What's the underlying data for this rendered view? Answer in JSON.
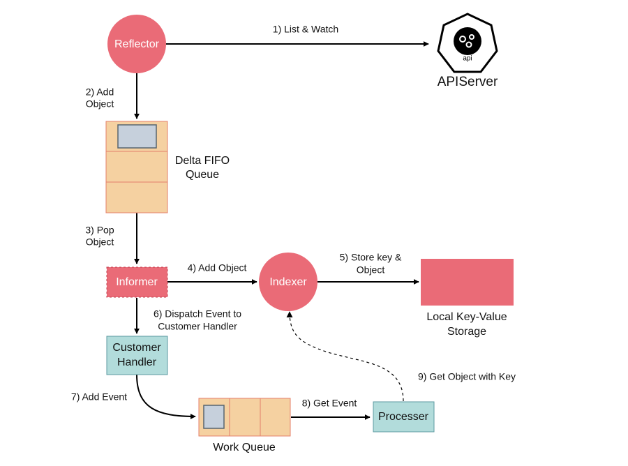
{
  "nodes": {
    "reflector": "Reflector",
    "apiserver_icon": "api",
    "apiserver": "APIServer",
    "delta_fifo_line1": "Delta FIFO",
    "delta_fifo_line2": "Queue",
    "informer": "Informer",
    "indexer": "Indexer",
    "storage_line1": "Local Key-Value",
    "storage_line2": "Storage",
    "customer_handler_line1": "Customer",
    "customer_handler_line2": "Handler",
    "work_queue": "Work Queue",
    "processer": "Processer"
  },
  "edges": {
    "list_watch": "1) List & Watch",
    "add_object_2_line1": "2) Add",
    "add_object_2_line2": "Object",
    "pop_object_line1": "3) Pop",
    "pop_object_line2": "Object",
    "add_object_4": "4) Add Object",
    "store_key_line1": "5) Store key &",
    "store_key_line2": "Object",
    "dispatch_line1": "6) Dispatch Event to",
    "dispatch_line2": "Customer Handler",
    "add_event": "7) Add Event",
    "get_event": "8) Get Event",
    "get_object_with_key": "9) Get Object with Key"
  },
  "colors": {
    "red_node": "#ea6b77",
    "queue_fill": "#f5d1a1",
    "queue_border": "#e47f6a",
    "item_fill": "#c6d0dc",
    "item_border": "#56646f",
    "teal_fill": "#b2dcdb",
    "teal_border": "#5c9aa0"
  },
  "icons": {
    "apiserver": "kubernetes-api-icon"
  }
}
